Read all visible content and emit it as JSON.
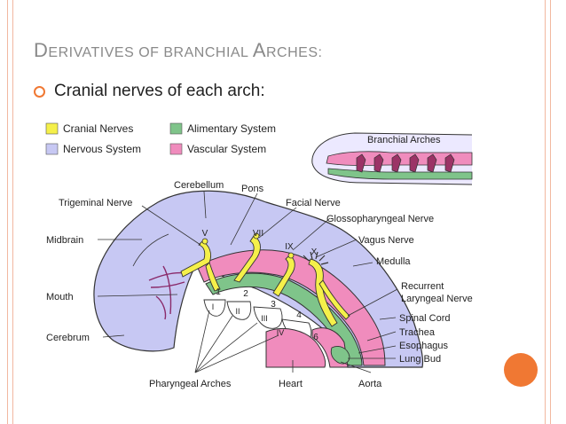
{
  "slide": {
    "title_first_letter": "D",
    "title_rest": "ERIVATIVES OF BRANCHIAL ",
    "title_second_letter": "A",
    "title_end": "RCHES:",
    "bullet_text": "Cranial nerves of each arch:"
  },
  "diagram": {
    "legend": {
      "cranial_nerves": "Cranial Nerves",
      "nervous_system": "Nervous System",
      "alimentary_system": "Alimentary System",
      "vascular_system": "Vascular System"
    },
    "colors": {
      "cranial_nerves": "#f5f04a",
      "nervous_system": "#c7c8f3",
      "alimentary_system": "#7fc48a",
      "vascular_system": "#f08cbd",
      "accent": "#f07833"
    },
    "labels": {
      "branchial_arches": "Branchial Arches",
      "cerebellum": "Cerebellum",
      "pons": "Pons",
      "trigeminal_nerve": "Trigeminal Nerve",
      "facial_nerve": "Facial Nerve",
      "glossopharyngeal_nerve": "Glossopharyngeal Nerve",
      "vagus_nerve": "Vagus Nerve",
      "midbrain": "Midbrain",
      "medulla": "Medulla",
      "recurrent": "Recurrent",
      "laryngeal_nerve": "Laryngeal Nerve",
      "mouth": "Mouth",
      "spinal_cord": "Spinal Cord",
      "trachea": "Trachea",
      "esophagus": "Esophagus",
      "lung_bud": "Lung Bud",
      "cerebrum": "Cerebrum",
      "pharyngeal_arches": "Pharyngeal Arches",
      "heart": "Heart",
      "aorta": "Aorta"
    },
    "nerve_numerals": [
      "V",
      "VII",
      "IX",
      "X"
    ],
    "arch_numbers": [
      "1",
      "2",
      "3",
      "4",
      "6"
    ],
    "pouch_numerals": [
      "I",
      "II",
      "III",
      "IV"
    ]
  }
}
